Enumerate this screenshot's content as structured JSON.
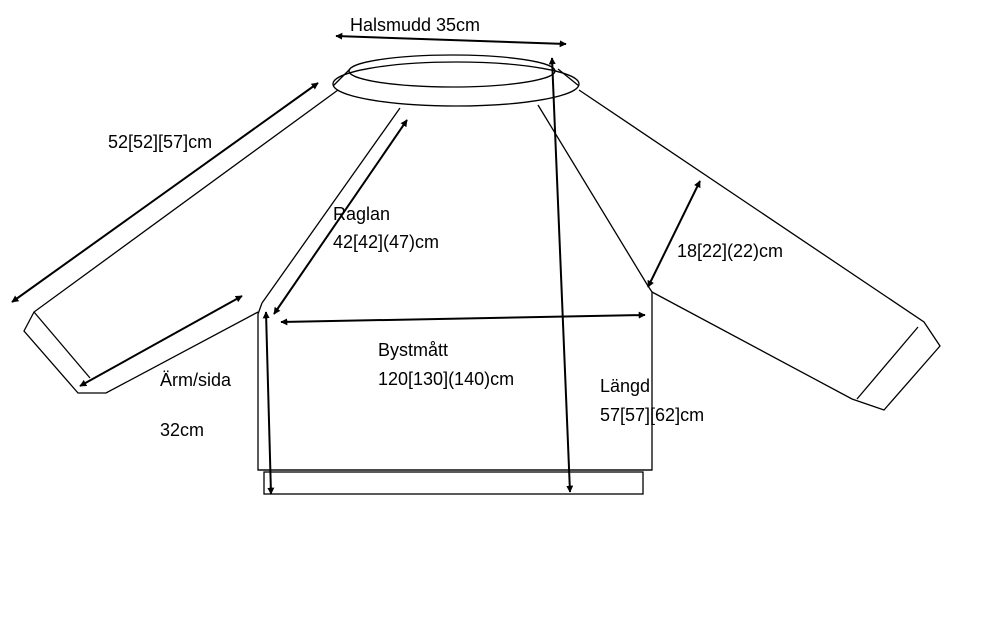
{
  "diagram": {
    "neck_width": "Halsmudd 35cm",
    "sleeve_top_length": "52[52][57]cm",
    "raglan_title": "Raglan",
    "raglan_value": "42[42](47)cm",
    "upper_arm": "18[22](22)cm",
    "bust_title": "Bystmått",
    "bust_value": "120[130](140)cm",
    "sleeve_side_title": "Ärm/sida",
    "sleeve_side_value": "32cm",
    "length_title": "Längd",
    "length_value": "57[57][62]cm"
  },
  "colors": {
    "line": "#000000",
    "background": "#ffffff"
  }
}
